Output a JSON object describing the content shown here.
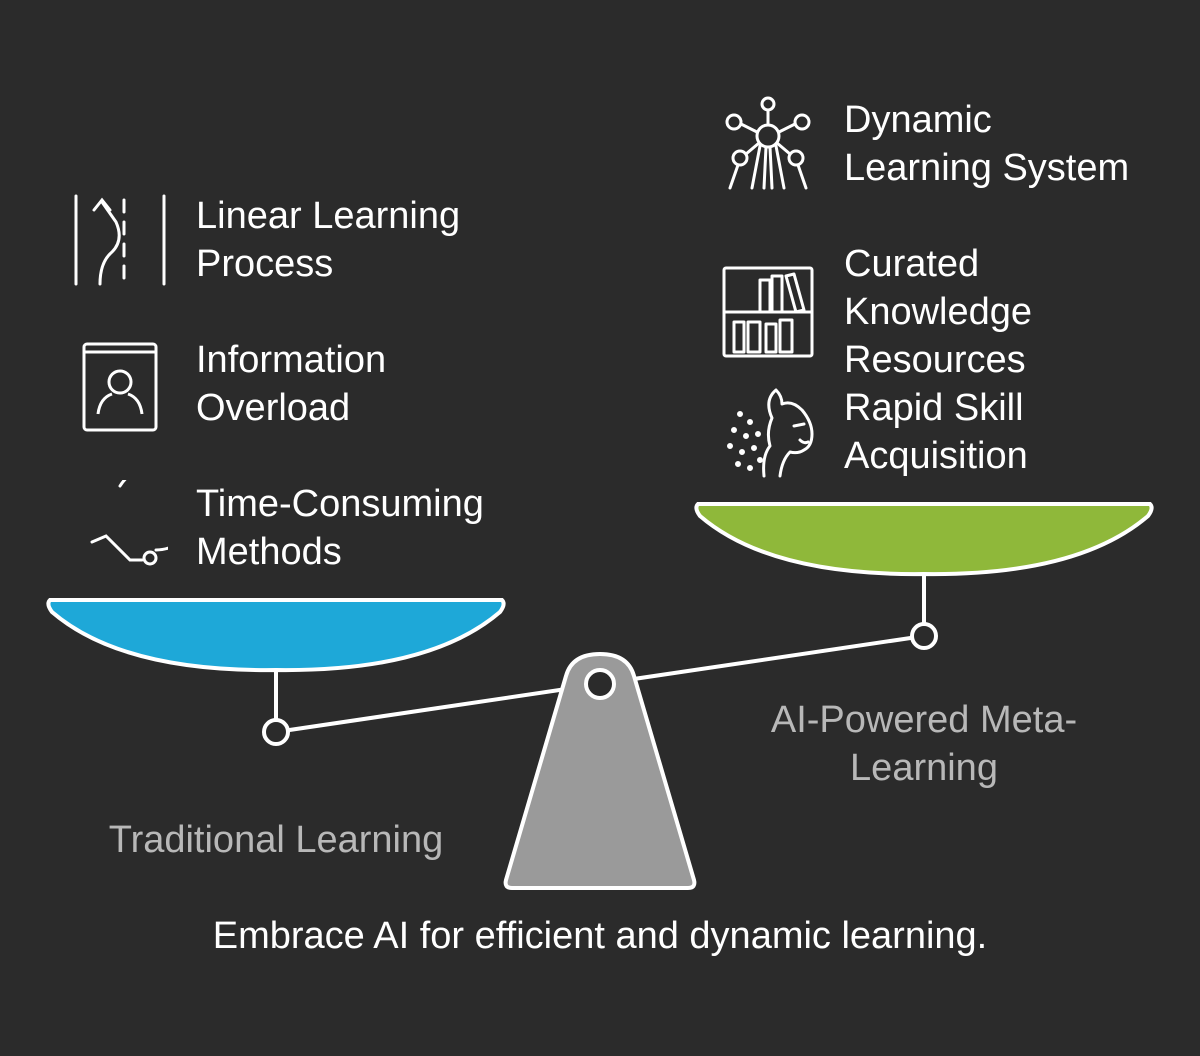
{
  "colors": {
    "background": "#2b2b2b",
    "left_pan": "#1ea8d8",
    "right_pan": "#8fb83a",
    "fulcrum": "#9a9a9a",
    "outline": "#ffffff",
    "side_label": "#b8b8b8"
  },
  "left": {
    "label": "Traditional Learning",
    "items": [
      {
        "icon": "winding-road-icon",
        "label": "Linear Learning\nProcess"
      },
      {
        "icon": "contact-book-icon",
        "label": "Information\nOverload"
      },
      {
        "icon": "dashed-clock-icon",
        "label": "Time-Consuming\nMethods"
      }
    ]
  },
  "right": {
    "label": "AI-Powered Meta-\nLearning",
    "items": [
      {
        "icon": "network-nodes-icon",
        "label": "Dynamic\nLearning System"
      },
      {
        "icon": "bookshelf-icon",
        "label": "Curated\nKnowledge\nResources"
      },
      {
        "icon": "cheetah-icon",
        "label": "Rapid Skill\nAcquisition"
      }
    ]
  },
  "footer": "Embrace AI for efficient and dynamic learning."
}
